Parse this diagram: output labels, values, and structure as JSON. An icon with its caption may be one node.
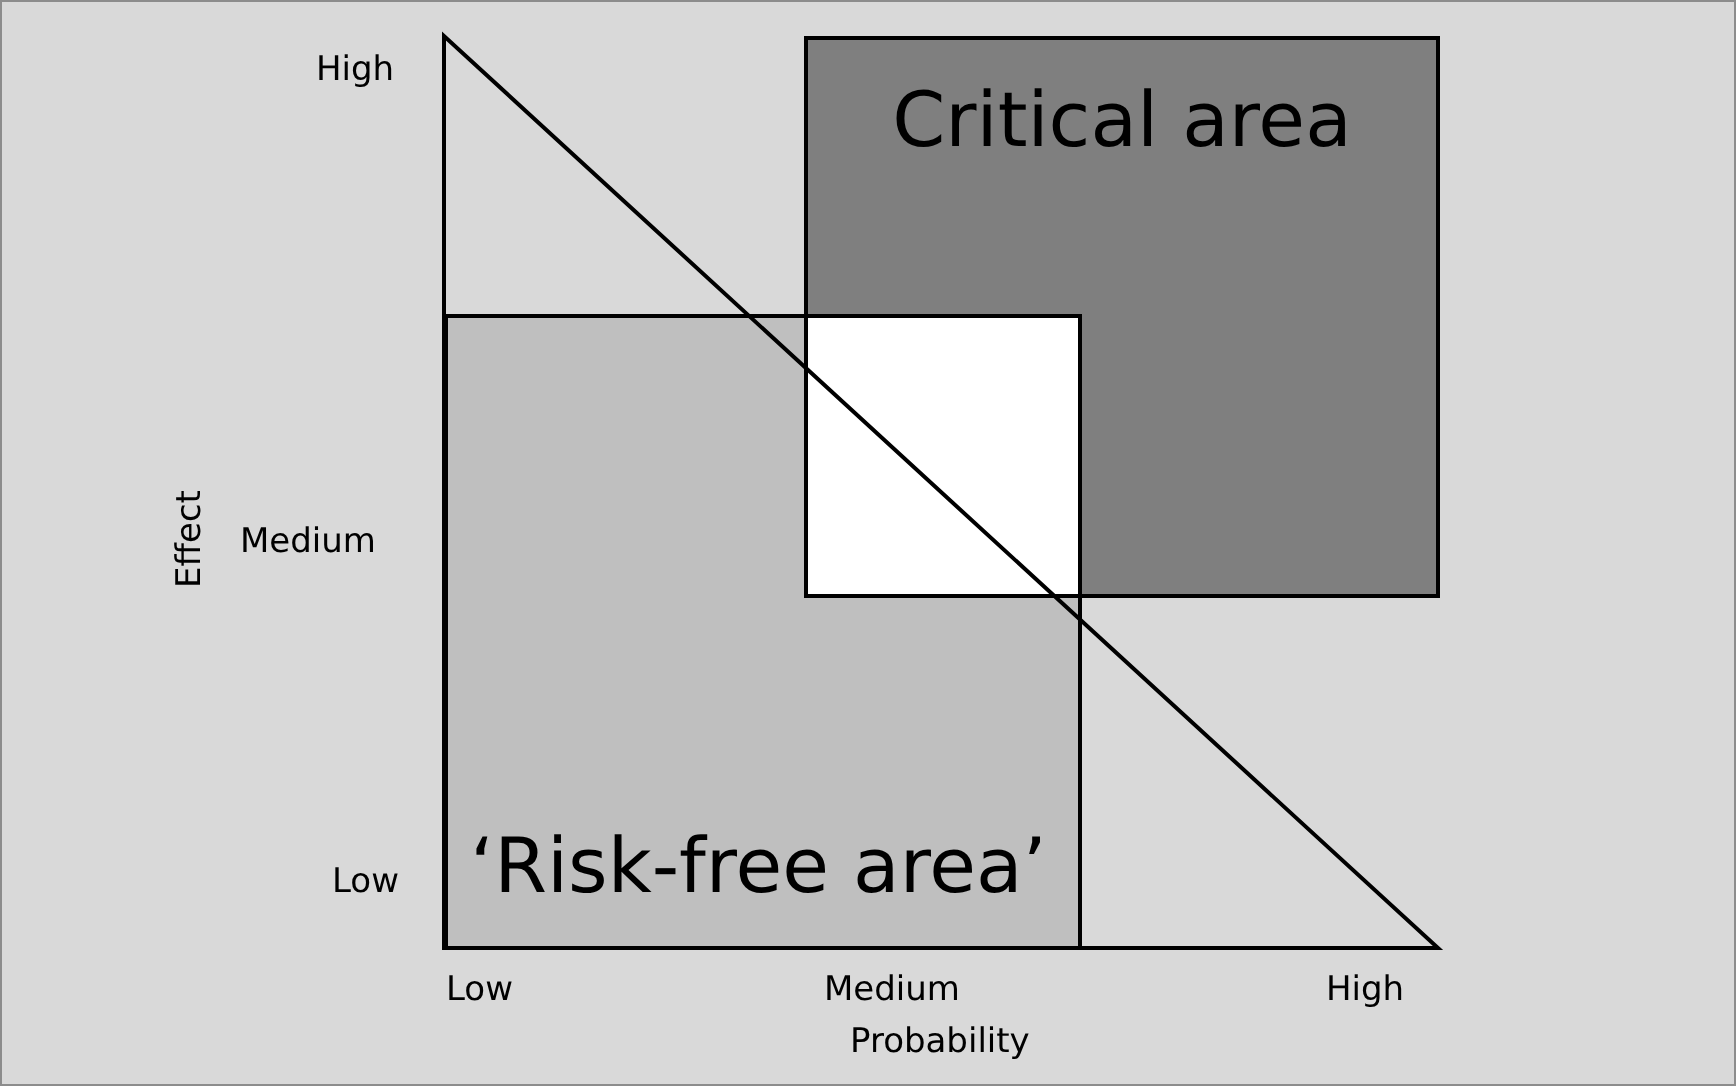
{
  "diagram": {
    "nodes": [
      {
        "text": [
          "Critical area"
        ]
      },
      {
        "text": [
          "‘Risk-free area’"
        ]
      }
    ],
    "edges": [],
    "labels": [
      "High",
      "Medium",
      "Low",
      "Effect",
      "Low",
      "Medium",
      "High",
      "Probability"
    ]
  }
}
